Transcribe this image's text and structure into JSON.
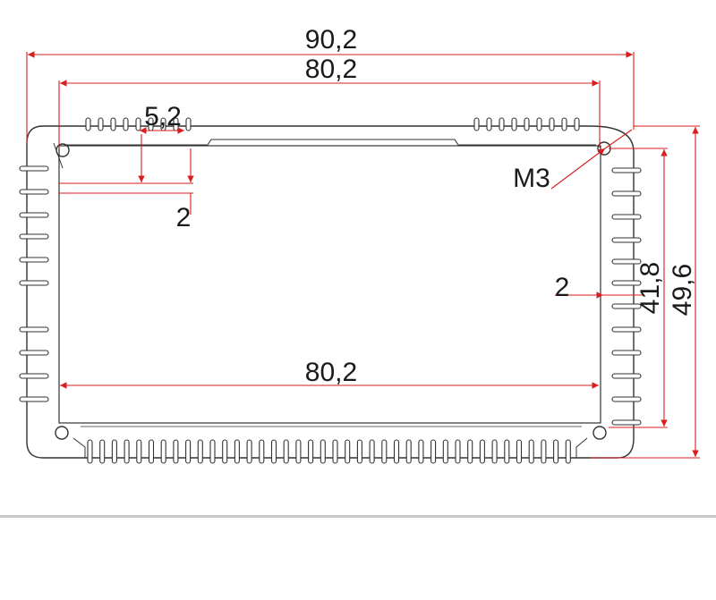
{
  "drawing": {
    "dimensions": {
      "overall_width": "90,2",
      "inner_width_top": "80,2",
      "inner_width_bottom": "80,2",
      "fin_pitch": "5,2",
      "wall_thickness_top": "2",
      "wall_thickness_side": "2",
      "inner_height": "41,8",
      "overall_height": "49,6",
      "screw_hole": "M3"
    },
    "colors": {
      "dimension_line": "#d81e1e",
      "profile_outline": "#333333",
      "profile_fill": "#ffffff",
      "footer_rule": "#c8c8c8"
    }
  }
}
